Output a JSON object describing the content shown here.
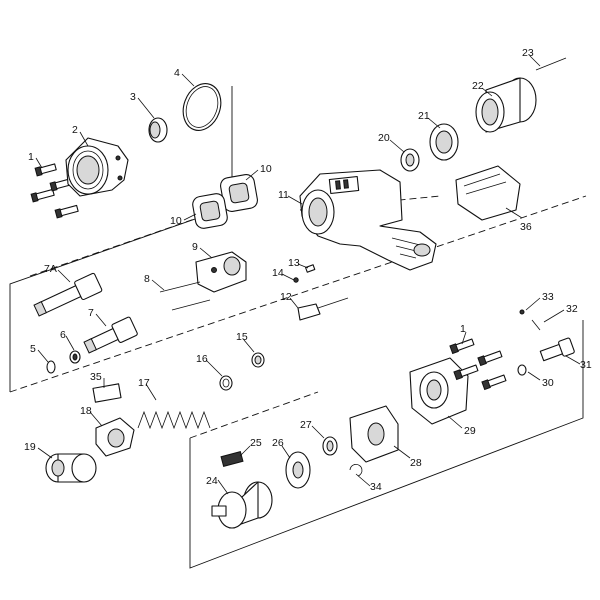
{
  "callouts": {
    "c1a": "1",
    "c1b": "1",
    "c2": "2",
    "c3": "3",
    "c4": "4",
    "c5": "5",
    "c6": "6",
    "c7": "7",
    "c7a": "7A",
    "c8": "8",
    "c9": "9",
    "c10a": "10",
    "c10b": "10",
    "c11": "11",
    "c12": "12",
    "c13": "13",
    "c14": "14",
    "c15": "15",
    "c16": "16",
    "c17": "17",
    "c18": "18",
    "c19": "19",
    "c20": "20",
    "c21": "21",
    "c22": "22",
    "c23": "23",
    "c24": "24",
    "c25": "25",
    "c26": "26",
    "c27": "27",
    "c28": "28",
    "c29": "29",
    "c30": "30",
    "c31": "31",
    "c32": "32",
    "c33": "33",
    "c34": "34",
    "c35": "35",
    "c36": "36"
  }
}
